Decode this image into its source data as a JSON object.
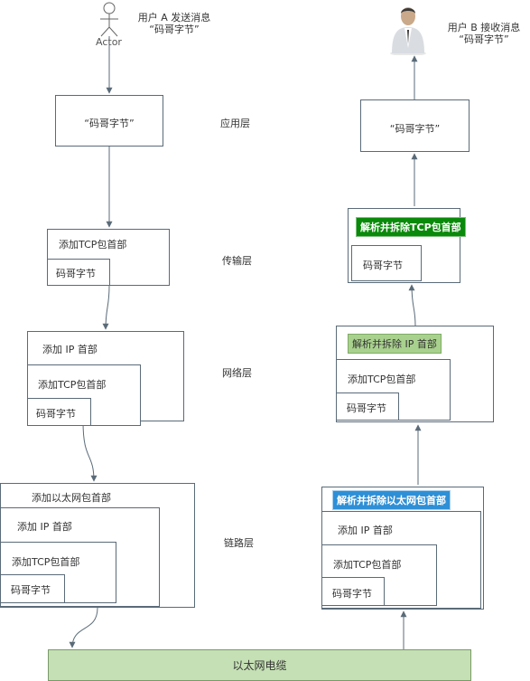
{
  "actor": {
    "label": "Actor",
    "caption_line1": "用户 A 发送消息",
    "caption_line2": "“码哥字节”"
  },
  "user_b": {
    "caption_line1": "用户 B 接收消息",
    "caption_line2": "“码哥字节”"
  },
  "layers": {
    "application": "应用层",
    "transport": "传输层",
    "network": "网络层",
    "link": "链路层"
  },
  "left": {
    "app_payload": "“码哥字节”",
    "tcp_header": "添加TCP包首部",
    "payload": "码哥字节",
    "ip_header": "添加 IP 首部",
    "eth_header": "添加以太网包首部"
  },
  "right": {
    "app_payload": "“码哥字节”",
    "tcp_parse": "解析并拆除TCP包首部",
    "tcp_header": "添加TCP包首部",
    "ip_parse": "解析并拆除 IP 首部",
    "ip_header": "添加 IP 首部",
    "eth_parse": "解析并拆除以太网包首部",
    "payload": "码哥字节"
  },
  "cable": "以太网电缆",
  "colors": {
    "tcp_parse_bg": "#0a8a0a",
    "ip_parse_bg": "#a9d18e",
    "eth_parse_bg": "#2e8fd6",
    "cable_bg": "#c5e0b4"
  }
}
